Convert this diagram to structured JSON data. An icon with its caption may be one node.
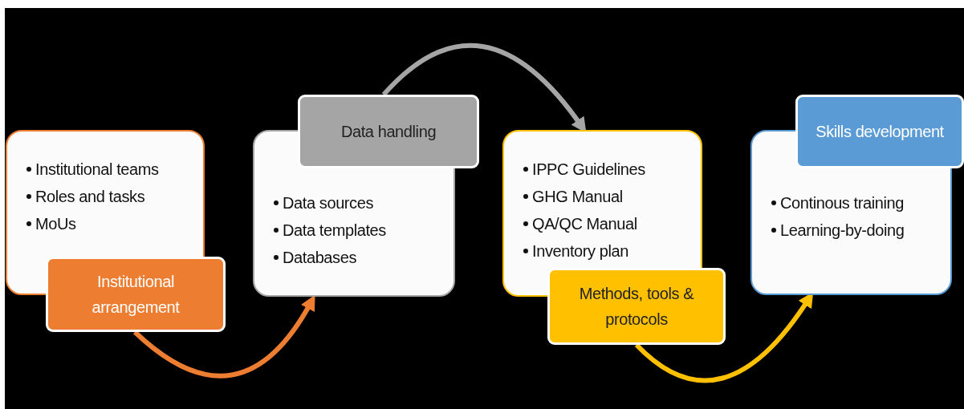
{
  "diagram": {
    "nodes": [
      {
        "text": [
          "Institutional teams",
          "Roles and tasks",
          "MoUs"
        ]
      },
      {
        "text": [
          "Institutional arrangement"
        ]
      },
      {
        "text": [
          "Data handling"
        ]
      },
      {
        "text": [
          "Data sources",
          "Data templates",
          "Databases"
        ]
      },
      {
        "text": [
          "IPPC Guidelines",
          "GHG Manual",
          "QA/QC Manual",
          "Inventory plan"
        ]
      },
      {
        "text": [
          "Methods, tools & protocols"
        ]
      },
      {
        "text": [
          "Skills development"
        ]
      },
      {
        "text": [
          "Continous training",
          "Learning-by-doing"
        ]
      }
    ],
    "edges": [
      {
        "from": 1,
        "to": 3,
        "arrow": "to",
        "color": "#ed7d31"
      },
      {
        "from": 2,
        "to": 4,
        "arrow": "to",
        "color": "#a5a5a5"
      },
      {
        "from": 5,
        "to": 7,
        "arrow": "to",
        "color": "#ffc000"
      }
    ]
  }
}
